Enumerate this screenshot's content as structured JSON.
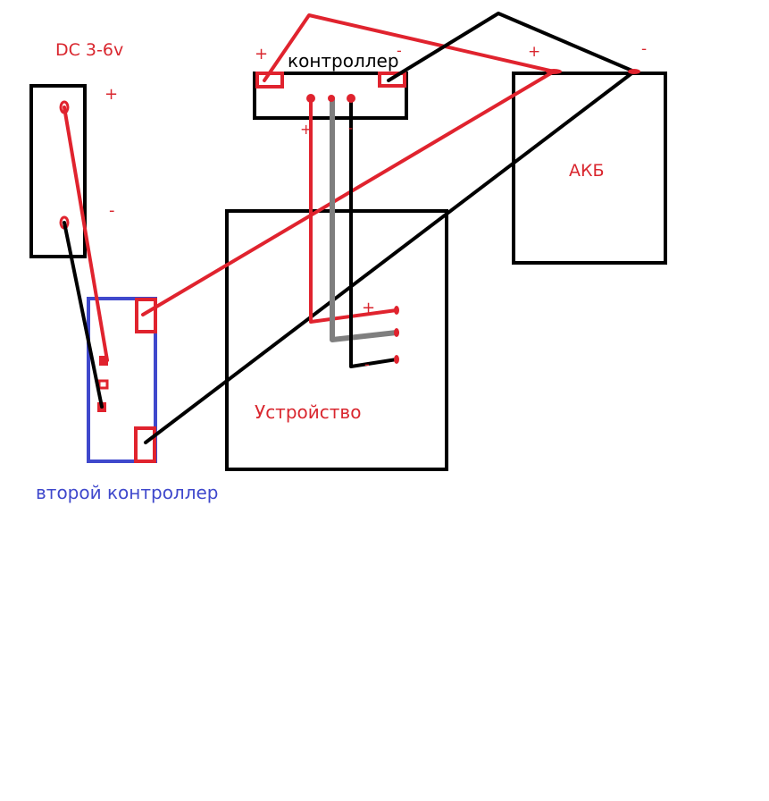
{
  "colors": {
    "red": "#e0232e",
    "black": "#000000",
    "blue": "#3f48cc",
    "gray": "#7f7f7f"
  },
  "power_source": {
    "label": "DC 3-6v",
    "plus": "+",
    "minus": "-"
  },
  "controller": {
    "label": "контроллер",
    "plus": "+",
    "minus": "-",
    "pin_plus": "+",
    "pin_minus": "-"
  },
  "battery": {
    "label": "АКБ",
    "plus": "+",
    "minus": "-"
  },
  "device": {
    "label": "Устройство",
    "plus": "+",
    "minus": "-"
  },
  "second_controller": {
    "label": "второй контроллер"
  }
}
